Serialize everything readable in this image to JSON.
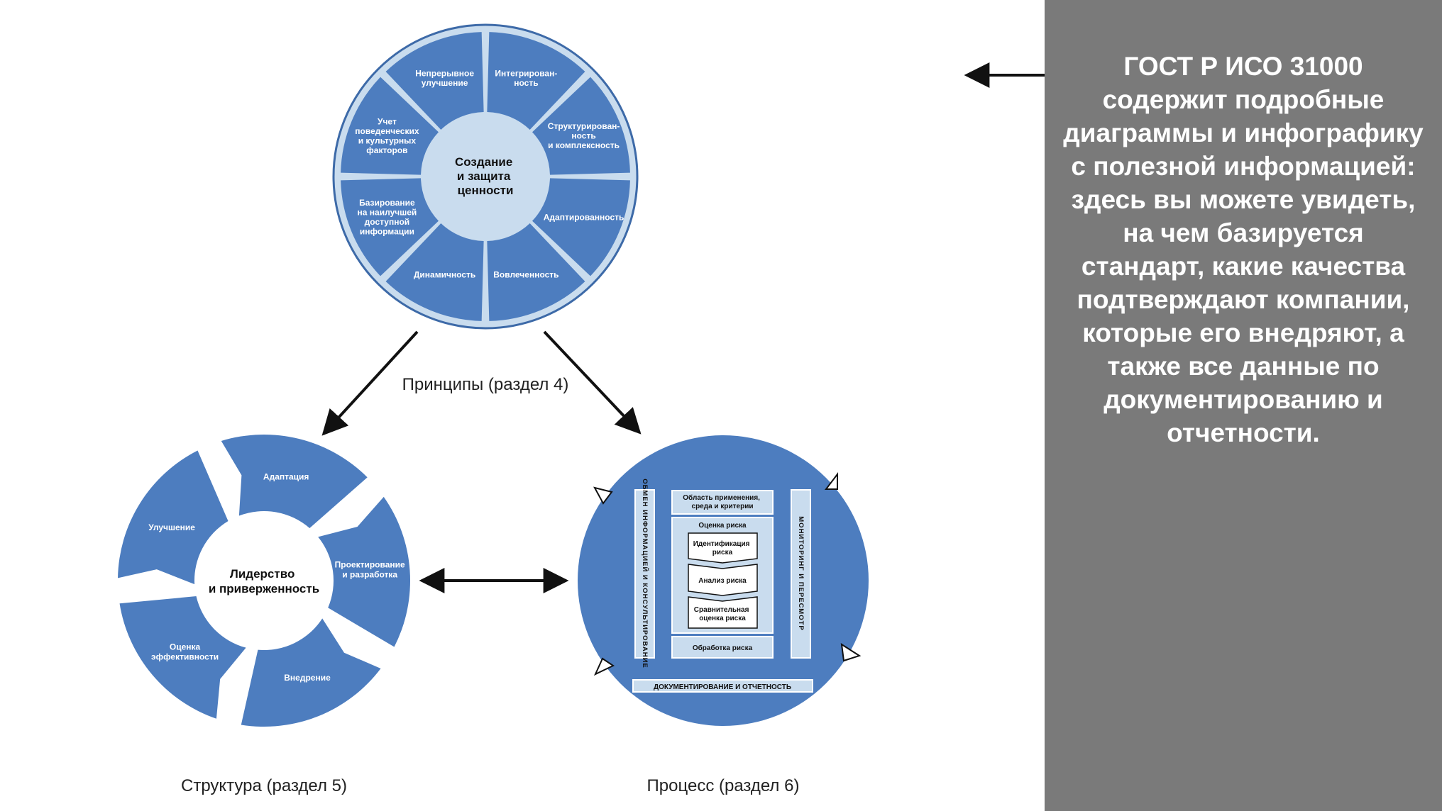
{
  "colors": {
    "segment_blue": "#4d7dbf",
    "hub_light_blue": "#c9dcee",
    "outline_dark_blue": "#3d6aa8",
    "side_panel_gray": "#7a7a7a",
    "arrow_black": "#111111"
  },
  "principles": {
    "hub": [
      "Создание",
      "и защита",
      "ценности"
    ],
    "segments": [
      [
        "Интегрирован-",
        "ность"
      ],
      [
        "Структурирован-",
        "ность",
        "и комплексность"
      ],
      [
        "Адаптированность"
      ],
      [
        "Вовлеченность"
      ],
      [
        "Динамичность"
      ],
      [
        "Базирование",
        "на наилучшей",
        "доступной",
        "информации"
      ],
      [
        "Учет",
        "поведенческих",
        "и культурных",
        "факторов"
      ],
      [
        "Непрерывное",
        "улучшение"
      ]
    ],
    "caption": "Принципы (раздел 4)"
  },
  "framework": {
    "hub": [
      "Лидерство",
      "и приверженность"
    ],
    "segments": [
      [
        "Адаптация"
      ],
      [
        "Проектирование",
        "и разработка"
      ],
      [
        "Внедрение"
      ],
      [
        "Оценка",
        "эффективности"
      ],
      [
        "Улучшение"
      ]
    ],
    "caption": "Структура (раздел 5)"
  },
  "process": {
    "scope": [
      "Область применения,",
      "среда и критерии"
    ],
    "assessment_title": "Оценка риска",
    "identification": [
      "Идентификация",
      "риска"
    ],
    "analysis": [
      "Анализ риска"
    ],
    "evaluation": [
      "Сравнительная",
      "оценка риска"
    ],
    "treatment": "Обработка риска",
    "communication": "ОБМЕН ИНФОРМАЦИЕЙ И КОНСУЛЬТИРОВАНИЕ",
    "monitoring": "МОНИТОРИНГ И ПЕРЕСМОТР",
    "recording": "ДОКУМЕНТИРОВАНИЕ И ОТЧЕТНОСТЬ",
    "caption": "Процесс (раздел 6)"
  },
  "side_text": "ГОСТ Р ИСО 31000 содержит подробные диаграммы и инфографику с полезной информацией: здесь вы можете увидеть, на чем базируется стандарт, какие качества подтверждают компании, которые его внедряют, а также все данные по документированию и отчетности."
}
